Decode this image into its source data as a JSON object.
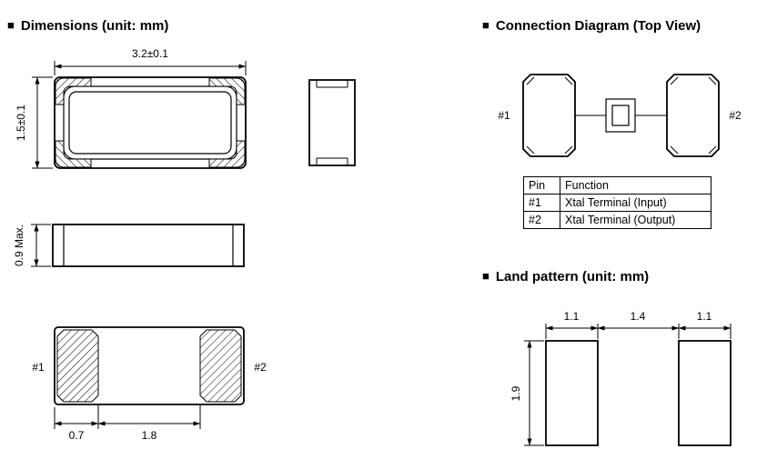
{
  "icons": {
    "section_bullet": "■"
  },
  "dimensions": {
    "title": "Dimensions (unit: mm)",
    "top_view": {
      "width": "3.2±0.1",
      "height": "1.5±0.1"
    },
    "side_view": {
      "height": "0.9 Max."
    },
    "bottom_view": {
      "pin1": "#1",
      "pin2": "#2",
      "pad_width": "0.7",
      "pad_gap": "1.8"
    }
  },
  "connection": {
    "title": "Connection Diagram (Top View)",
    "pin1": "#1",
    "pin2": "#2",
    "table": {
      "col_pin": "Pin",
      "col_function": "Function",
      "rows": [
        {
          "pin": "#1",
          "function": "Xtal Terminal (Input)"
        },
        {
          "pin": "#2",
          "function": "Xtal Terminal (Output)"
        }
      ]
    }
  },
  "land_pattern": {
    "title": "Land pattern (unit: mm)",
    "pad_width_left": "1.1",
    "gap": "1.4",
    "pad_width_right": "1.1",
    "pad_height": "1.9"
  }
}
